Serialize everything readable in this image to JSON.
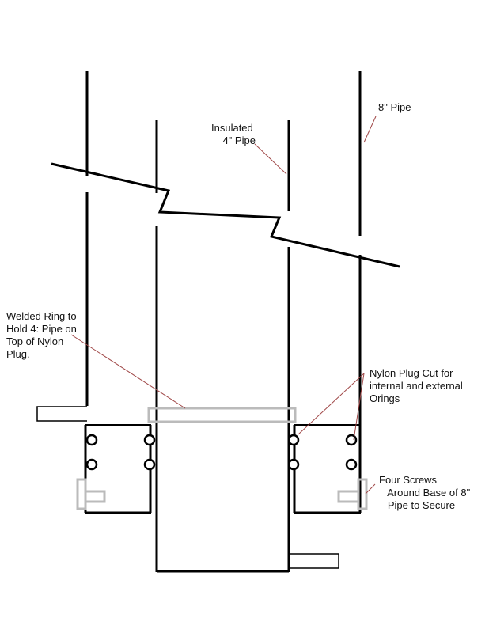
{
  "labels": {
    "pipe_8in": "8\" Pipe",
    "insulated_4in": "Insulated\n    4\" Pipe",
    "welded_ring": "Welded Ring to\nHold 4: Pipe on\nTop of Nylon\nPlug.",
    "nylon_plug": "Nylon Plug Cut for\ninternal and external\nOrings",
    "four_screws": "Four Screws\n   Around Base of 8\"\n   Pipe to Secure"
  },
  "colors": {
    "line": "#000000",
    "ring": "#bbbbbb",
    "leader": "#a04848"
  }
}
